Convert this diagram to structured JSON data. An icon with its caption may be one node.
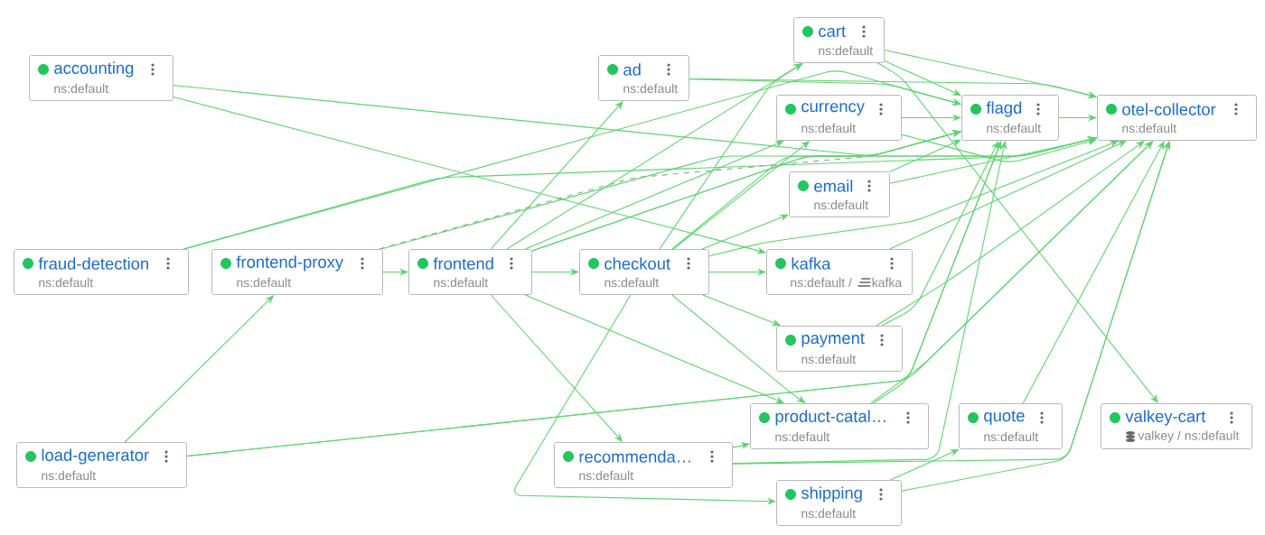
{
  "diagram": {
    "nodes": [
      {
        "text": [
          "accounting",
          "ns:default"
        ]
      },
      {
        "text": [
          "ad",
          "ns:default"
        ]
      },
      {
        "text": [
          "cart",
          "ns:default"
        ]
      },
      {
        "text": [
          "currency",
          "ns:default"
        ]
      },
      {
        "text": [
          "flagd",
          "ns:default"
        ]
      },
      {
        "text": [
          "otel-collector",
          "ns:default"
        ]
      },
      {
        "text": [
          "email",
          "ns:default"
        ]
      },
      {
        "text": [
          "fraud-detection",
          "ns:default"
        ]
      },
      {
        "text": [
          "frontend-proxy",
          "ns:default"
        ]
      },
      {
        "text": [
          "frontend",
          "ns:default"
        ]
      },
      {
        "text": [
          "checkout",
          "ns:default"
        ]
      },
      {
        "text": [
          "kafka",
          "ns:default /",
          "kafka"
        ]
      },
      {
        "text": [
          "payment",
          "ns:default"
        ]
      },
      {
        "text": [
          "product-catal…",
          "ns:default"
        ]
      },
      {
        "text": [
          "quote",
          "ns:default"
        ]
      },
      {
        "text": [
          "valkey-cart",
          "valkey / ns:default"
        ]
      },
      {
        "text": [
          "load-generator",
          "ns:default"
        ]
      },
      {
        "text": [
          "recommenda…",
          "ns:default"
        ]
      },
      {
        "text": [
          "shipping",
          "ns:default"
        ]
      }
    ],
    "edges": [
      {
        "from": 0,
        "to": 4,
        "arrow": "to"
      },
      {
        "from": 0,
        "to": 11,
        "arrow": "to"
      },
      {
        "from": 1,
        "to": 4,
        "arrow": "to"
      },
      {
        "from": 1,
        "to": 5,
        "arrow": "to"
      },
      {
        "from": 2,
        "to": 4,
        "arrow": "to"
      },
      {
        "from": 2,
        "to": 5,
        "arrow": "to"
      },
      {
        "from": 2,
        "to": 15,
        "arrow": "to"
      },
      {
        "from": 3,
        "to": 4,
        "arrow": "to"
      },
      {
        "from": 3,
        "to": 5,
        "arrow": "to"
      },
      {
        "from": 4,
        "to": 5,
        "arrow": "to"
      },
      {
        "from": 6,
        "to": 4,
        "arrow": "to"
      },
      {
        "from": 6,
        "to": 5,
        "arrow": "to"
      },
      {
        "from": 7,
        "to": 4,
        "arrow": "to"
      },
      {
        "from": 7,
        "to": 5,
        "arrow": "to"
      },
      {
        "from": 8,
        "to": 9,
        "arrow": "to"
      },
      {
        "from": 8,
        "to": 4,
        "arrow": "to",
        "style": "dashed",
        "color": "#999999"
      },
      {
        "from": 8,
        "to": 5,
        "arrow": "to"
      },
      {
        "from": 9,
        "to": 1,
        "arrow": "to"
      },
      {
        "from": 9,
        "to": 2,
        "arrow": "to"
      },
      {
        "from": 9,
        "to": 3,
        "arrow": "to"
      },
      {
        "from": 9,
        "to": 10,
        "arrow": "to"
      },
      {
        "from": 9,
        "to": 13,
        "arrow": "to"
      },
      {
        "from": 9,
        "to": 17,
        "arrow": "to"
      },
      {
        "from": 9,
        "to": 4,
        "arrow": "to"
      },
      {
        "from": 9,
        "to": 5,
        "arrow": "to"
      },
      {
        "from": 10,
        "to": 2,
        "arrow": "to"
      },
      {
        "from": 10,
        "to": 3,
        "arrow": "to"
      },
      {
        "from": 10,
        "to": 6,
        "arrow": "to"
      },
      {
        "from": 10,
        "to": 11,
        "arrow": "to"
      },
      {
        "from": 10,
        "to": 12,
        "arrow": "to"
      },
      {
        "from": 10,
        "to": 13,
        "arrow": "to"
      },
      {
        "from": 10,
        "to": 18,
        "arrow": "to"
      },
      {
        "from": 10,
        "to": 4,
        "arrow": "to"
      },
      {
        "from": 10,
        "to": 5,
        "arrow": "to"
      },
      {
        "from": 11,
        "to": 5,
        "arrow": "to"
      },
      {
        "from": 12,
        "to": 4,
        "arrow": "to"
      },
      {
        "from": 12,
        "to": 5,
        "arrow": "to"
      },
      {
        "from": 13,
        "to": 4,
        "arrow": "to"
      },
      {
        "from": 13,
        "to": 5,
        "arrow": "to"
      },
      {
        "from": 14,
        "to": 5,
        "arrow": "to"
      },
      {
        "from": 16,
        "to": 8,
        "arrow": "to"
      },
      {
        "from": 16,
        "to": 4,
        "arrow": "to"
      },
      {
        "from": 16,
        "to": 5,
        "arrow": "to"
      },
      {
        "from": 17,
        "to": 13,
        "arrow": "to"
      },
      {
        "from": 17,
        "to": 4,
        "arrow": "to"
      },
      {
        "from": 17,
        "to": 5,
        "arrow": "to"
      },
      {
        "from": 18,
        "to": 14,
        "arrow": "to"
      },
      {
        "from": 18,
        "to": 5,
        "arrow": "to"
      }
    ]
  }
}
